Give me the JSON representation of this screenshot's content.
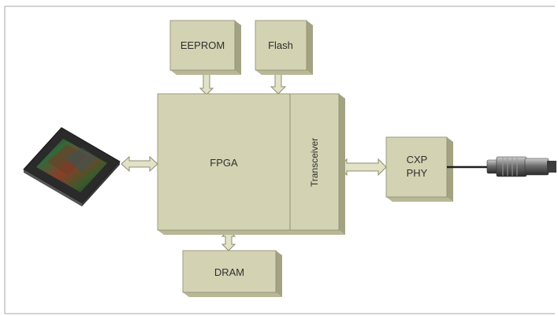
{
  "blocks": {
    "eeprom": "EEPROM",
    "flash": "Flash",
    "fpga": "FPGA",
    "transceiver": "Transceiver",
    "cxp_phy_line1": "CXP",
    "cxp_phy_line2": "PHY",
    "dram": "DRAM"
  },
  "colors": {
    "block_face": "#d3d3b4",
    "block_top": "#e4e4cc",
    "block_side": "#a3a383",
    "block_edge": "#8d8d6f",
    "arrow_fill": "#e2e2c8",
    "frame_border": "#a7a7a7"
  },
  "icons": {
    "sensor": "image-sensor-chip",
    "connector": "coaxial-connector"
  }
}
